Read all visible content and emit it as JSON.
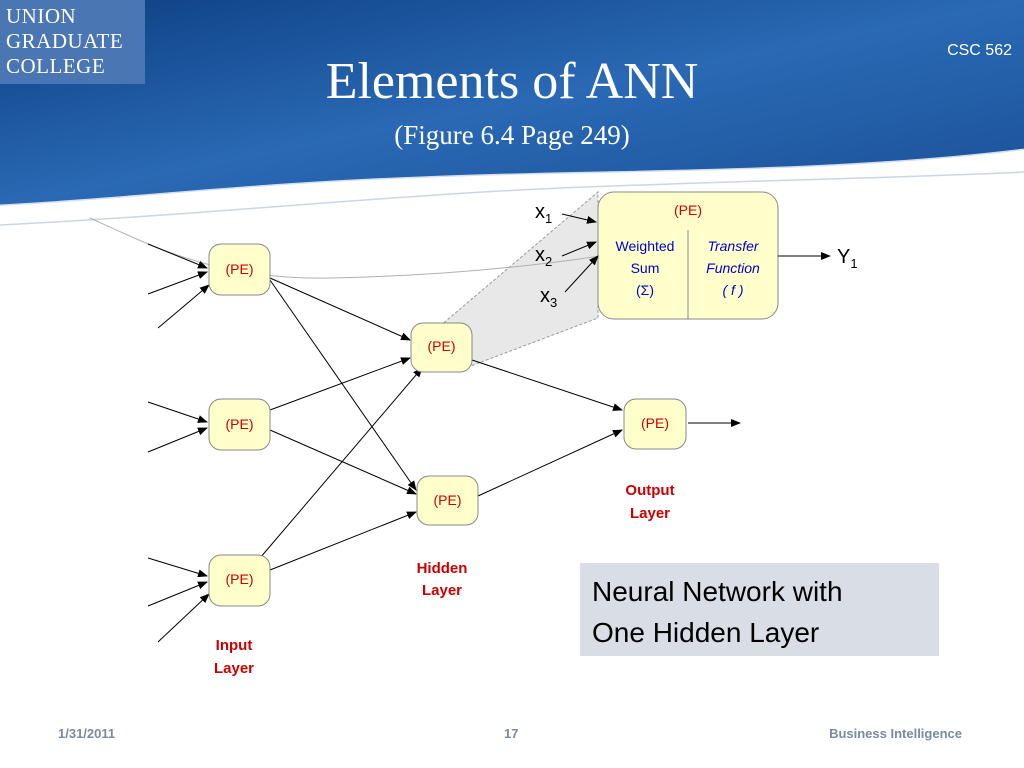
{
  "logo": {
    "line1": "UNION",
    "line2": "GRADUATE",
    "line3": "COLLEGE"
  },
  "header": {
    "course": "CSC 562",
    "title": "Elements of ANN",
    "subtitle": "(Figure 6.4 Page 249)"
  },
  "colors": {
    "header_blue": "#1f5aa6",
    "logo_blue": "#4a76b4",
    "pe_fill": "#ffffcc",
    "label_red": "#cc0000",
    "text_blue": "#0000cc",
    "caption_bg": "#d9dee6"
  },
  "diagram": {
    "pe_label": "(PE)",
    "input_layer": "Input Layer",
    "input_layer_lines": [
      "Input",
      "Layer"
    ],
    "hidden_layer_lines": [
      "Hidden",
      "Layer"
    ],
    "output_layer_lines": [
      "Output",
      "Layer"
    ],
    "detail": {
      "pe_label": "(PE)",
      "weighted_lines": [
        "Weighted",
        "Sum",
        "(Σ)"
      ],
      "transfer_lines": [
        "Transfer",
        "Function",
        "( f )"
      ],
      "inputs": [
        {
          "base": "x",
          "sub": "1"
        },
        {
          "base": "x",
          "sub": "2"
        },
        {
          "base": "x",
          "sub": "3"
        }
      ],
      "output": {
        "base": "Y",
        "sub": "1"
      }
    }
  },
  "caption": {
    "line1": "Neural Network with",
    "line2": "One Hidden Layer"
  },
  "footer": {
    "date": "1/31/2011",
    "page": "17",
    "topic": "Business Intelligence"
  }
}
